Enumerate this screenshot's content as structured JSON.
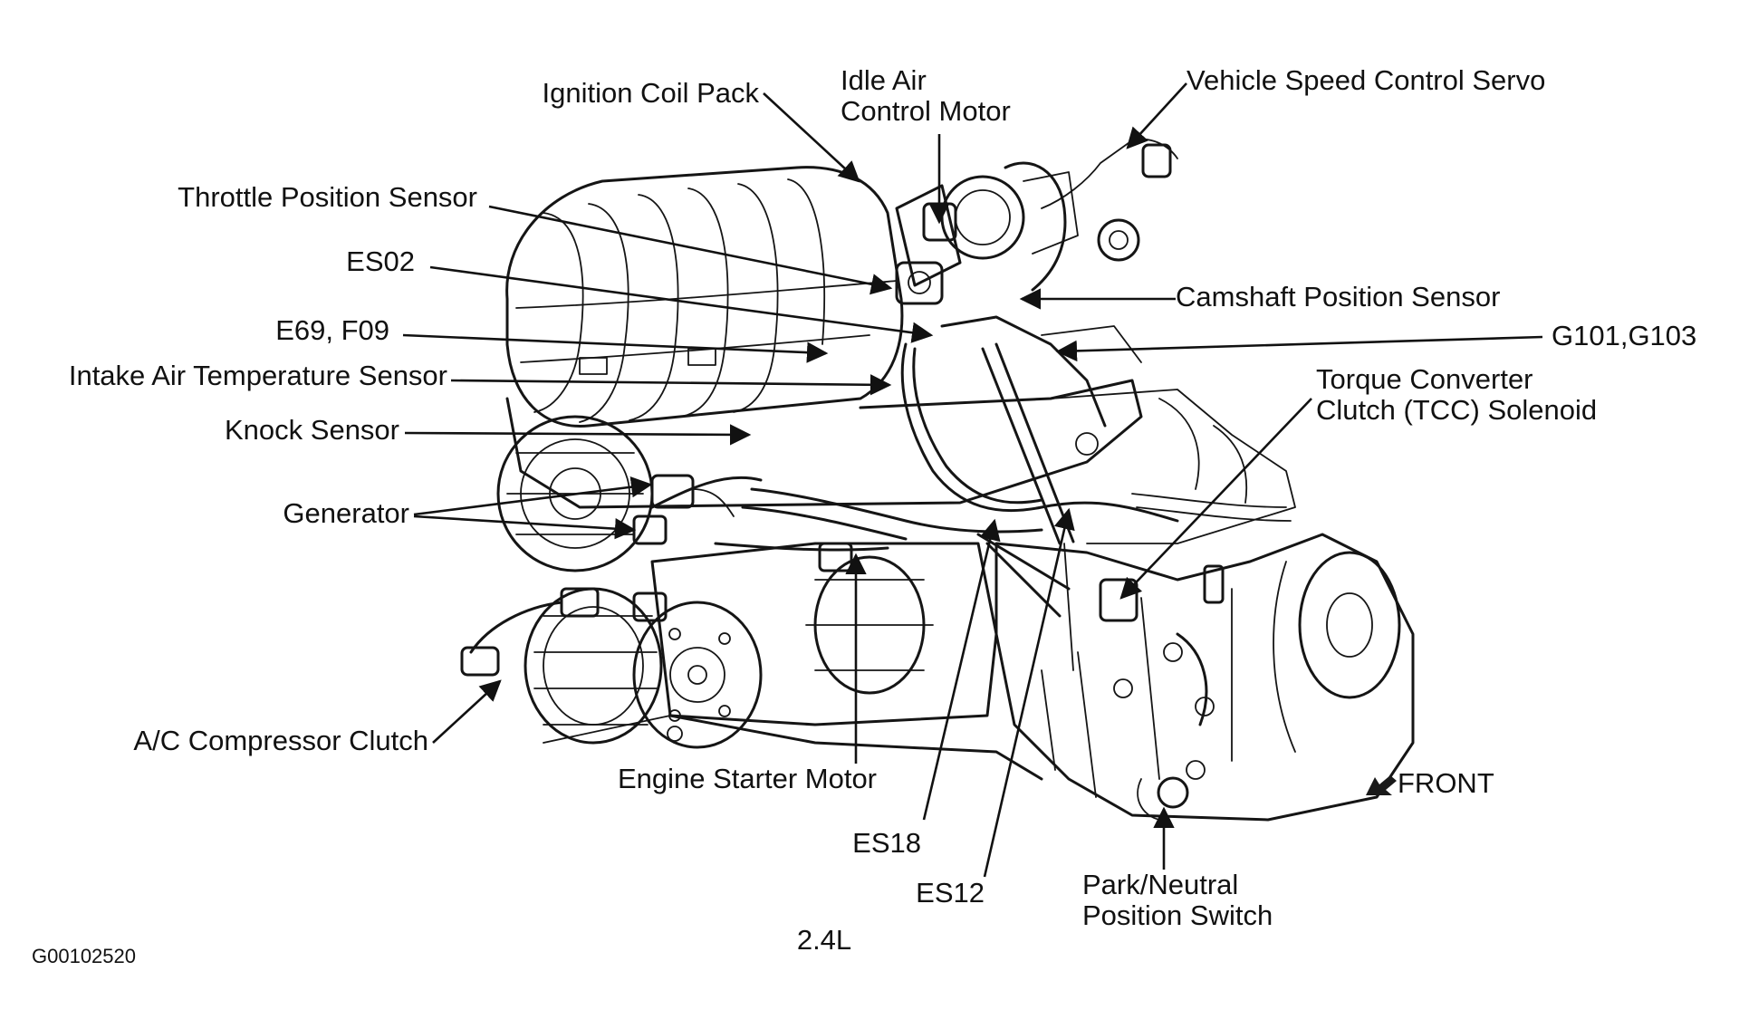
{
  "colors": {
    "ink": "#111111",
    "paper": "#ffffff"
  },
  "diagram": {
    "labels": {
      "ignition_coil_pack": "Ignition Coil Pack",
      "idle_air_1": "Idle Air",
      "idle_air_2": "Control Motor",
      "vehicle_speed_control_servo": "Vehicle Speed Control Servo",
      "throttle_position_sensor": "Throttle Position Sensor",
      "es02": "ES02",
      "camshaft_position_sensor": "Camshaft Position Sensor",
      "e69_f09": "E69, F09",
      "g101_g103": "G101,G103",
      "intake_air_temperature_sensor": "Intake Air Temperature Sensor",
      "tcc_1": "Torque Converter",
      "tcc_2": "Clutch (TCC) Solenoid",
      "knock_sensor": "Knock Sensor",
      "generator": "Generator",
      "ac_compressor_clutch": "A/C Compressor Clutch",
      "engine_starter_motor": "Engine Starter Motor",
      "front": "FRONT",
      "es18": "ES18",
      "es12": "ES12",
      "pnp_1": "Park/Neutral",
      "pnp_2": "Position Switch",
      "engine_size": "2.4L",
      "figure_code": "G00102520"
    }
  }
}
